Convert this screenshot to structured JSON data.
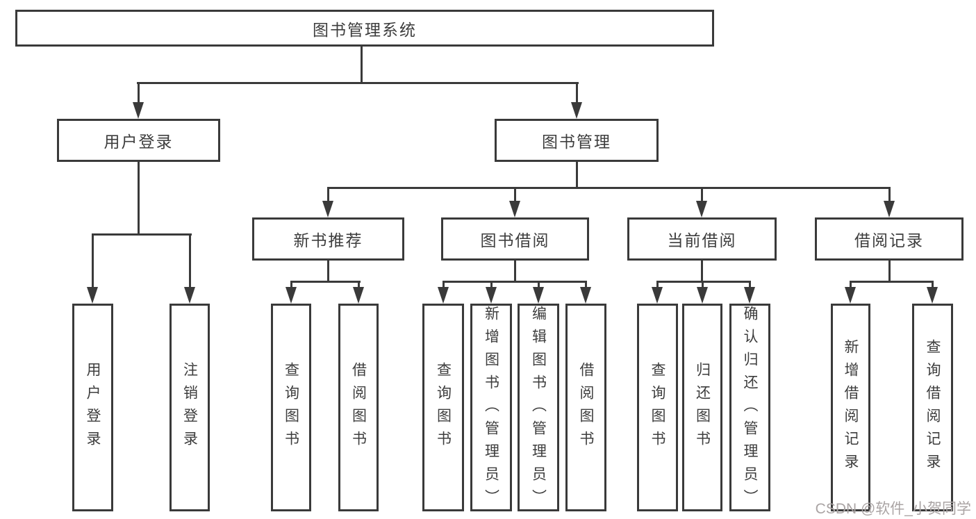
{
  "title": "图书管理系统",
  "nodes": {
    "root": "图书管理系统",
    "user_login": "用户登录",
    "book_mgmt": "图书管理",
    "new_book_rec": "新书推荐",
    "book_borrow": "图书借阅",
    "current_borrow": "当前借阅",
    "borrow_records": "借阅记录",
    "leaf_user_login": "用户登录",
    "leaf_logout": "注销登录",
    "leaf_nbr_query": "查询图书",
    "leaf_nbr_borrow": "借阅图书",
    "leaf_bb_query": "查询图书",
    "leaf_bb_add": "新增图书（管理员）",
    "leaf_bb_edit": "编辑图书（管理员）",
    "leaf_bb_borrow": "借阅图书",
    "leaf_cb_query": "查询图书",
    "leaf_cb_return": "归还图书",
    "leaf_cb_confirm": "确认归还（管理员）",
    "leaf_br_add": "新增借阅记录",
    "leaf_br_query": "查询借阅记录"
  },
  "structure": {
    "图书管理系统": [
      "用户登录",
      "图书管理"
    ],
    "用户登录": [
      "用户登录",
      "注销登录"
    ],
    "图书管理": [
      "新书推荐",
      "图书借阅",
      "当前借阅",
      "借阅记录"
    ],
    "新书推荐": [
      "查询图书",
      "借阅图书"
    ],
    "图书借阅": [
      "查询图书",
      "新增图书（管理员）",
      "编辑图书（管理员）",
      "借阅图书"
    ],
    "当前借阅": [
      "查询图书",
      "归还图书",
      "确认归还（管理员）"
    ],
    "借阅记录": [
      "新增借阅记录",
      "查询借阅记录"
    ]
  },
  "watermark": {
    "text": "CSDN @软件_小贺同学"
  },
  "colors": {
    "line": "#3a3a3a",
    "text": "#3d3d3d",
    "box_background": "#ffffff",
    "page_background": "#ffffff",
    "watermark": "#aaa4a4"
  }
}
